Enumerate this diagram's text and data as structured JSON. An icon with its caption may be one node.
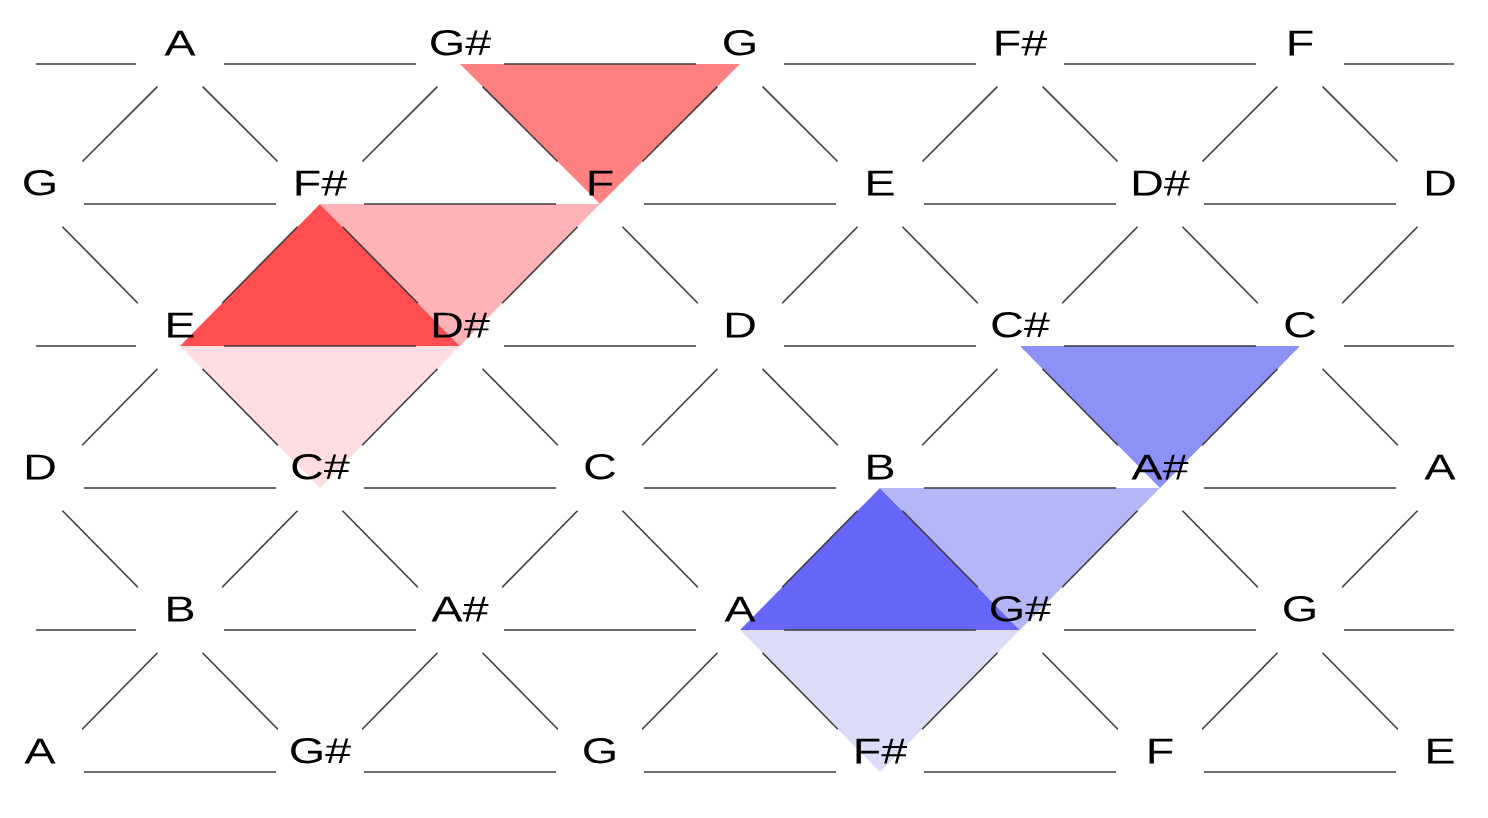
{
  "diagram": {
    "nodes": [
      {
        "text": [
          "A"
        ]
      },
      {
        "text": [
          "G#"
        ]
      },
      {
        "text": [
          "G"
        ]
      },
      {
        "text": [
          "F#"
        ]
      },
      {
        "text": [
          "F"
        ]
      },
      {
        "text": [
          "G"
        ]
      },
      {
        "text": [
          "F#"
        ]
      },
      {
        "text": [
          "F"
        ]
      },
      {
        "text": [
          "E"
        ]
      },
      {
        "text": [
          "D#"
        ]
      },
      {
        "text": [
          "D"
        ]
      },
      {
        "text": [
          "E"
        ]
      },
      {
        "text": [
          "D#"
        ]
      },
      {
        "text": [
          "D"
        ]
      },
      {
        "text": [
          "C#"
        ]
      },
      {
        "text": [
          "C"
        ]
      },
      {
        "text": [
          "D"
        ]
      },
      {
        "text": [
          "C#"
        ]
      },
      {
        "text": [
          "C"
        ]
      },
      {
        "text": [
          "B"
        ]
      },
      {
        "text": [
          "A#"
        ]
      },
      {
        "text": [
          "A"
        ]
      },
      {
        "text": [
          "B"
        ]
      },
      {
        "text": [
          "A#"
        ]
      },
      {
        "text": [
          "A"
        ]
      },
      {
        "text": [
          "G#"
        ]
      },
      {
        "text": [
          "G"
        ]
      },
      {
        "text": [
          "A"
        ]
      },
      {
        "text": [
          "G#"
        ]
      },
      {
        "text": [
          "G"
        ]
      },
      {
        "text": [
          "F#"
        ]
      },
      {
        "text": [
          "F"
        ]
      },
      {
        "text": [
          "E"
        ]
      }
    ],
    "edges": [
      {
        "from": null,
        "to": 0,
        "arrow": "none"
      },
      {
        "from": 0,
        "to": 1,
        "arrow": "none"
      },
      {
        "from": 1,
        "to": 2,
        "arrow": "none"
      },
      {
        "from": 2,
        "to": 3,
        "arrow": "none"
      },
      {
        "from": 3,
        "to": 4,
        "arrow": "none"
      },
      {
        "from": 4,
        "to": null,
        "arrow": "none"
      },
      {
        "from": 0,
        "to": 5,
        "arrow": "none"
      },
      {
        "from": 0,
        "to": 6,
        "arrow": "none"
      },
      {
        "from": 1,
        "to": 6,
        "arrow": "none"
      },
      {
        "from": 1,
        "to": 7,
        "arrow": "none"
      },
      {
        "from": 2,
        "to": 7,
        "arrow": "none"
      },
      {
        "from": 2,
        "to": 8,
        "arrow": "none"
      },
      {
        "from": 3,
        "to": 8,
        "arrow": "none"
      },
      {
        "from": 3,
        "to": 9,
        "arrow": "none"
      },
      {
        "from": 4,
        "to": 9,
        "arrow": "none"
      },
      {
        "from": 4,
        "to": 10,
        "arrow": "none"
      },
      {
        "from": 5,
        "to": 6,
        "arrow": "none"
      },
      {
        "from": 6,
        "to": 7,
        "arrow": "none"
      },
      {
        "from": 7,
        "to": 8,
        "arrow": "none"
      },
      {
        "from": 8,
        "to": 9,
        "arrow": "none"
      },
      {
        "from": 9,
        "to": 10,
        "arrow": "none"
      },
      {
        "from": 5,
        "to": 11,
        "arrow": "none"
      },
      {
        "from": 6,
        "to": 11,
        "arrow": "none"
      },
      {
        "from": 6,
        "to": 12,
        "arrow": "none"
      },
      {
        "from": 7,
        "to": 12,
        "arrow": "none"
      },
      {
        "from": 7,
        "to": 13,
        "arrow": "none"
      },
      {
        "from": 8,
        "to": 13,
        "arrow": "none"
      },
      {
        "from": 8,
        "to": 14,
        "arrow": "none"
      },
      {
        "from": 9,
        "to": 14,
        "arrow": "none"
      },
      {
        "from": 9,
        "to": 15,
        "arrow": "none"
      },
      {
        "from": 10,
        "to": 15,
        "arrow": "none"
      },
      {
        "from": null,
        "to": 11,
        "arrow": "none"
      },
      {
        "from": 11,
        "to": 12,
        "arrow": "none"
      },
      {
        "from": 12,
        "to": 13,
        "arrow": "none"
      },
      {
        "from": 13,
        "to": 14,
        "arrow": "none"
      },
      {
        "from": 14,
        "to": 15,
        "arrow": "none"
      },
      {
        "from": 15,
        "to": null,
        "arrow": "none"
      },
      {
        "from": 11,
        "to": 16,
        "arrow": "none"
      },
      {
        "from": 11,
        "to": 17,
        "arrow": "none"
      },
      {
        "from": 12,
        "to": 17,
        "arrow": "none"
      },
      {
        "from": 12,
        "to": 18,
        "arrow": "none"
      },
      {
        "from": 13,
        "to": 18,
        "arrow": "none"
      },
      {
        "from": 13,
        "to": 19,
        "arrow": "none"
      },
      {
        "from": 14,
        "to": 19,
        "arrow": "none"
      },
      {
        "from": 14,
        "to": 20,
        "arrow": "none"
      },
      {
        "from": 15,
        "to": 20,
        "arrow": "none"
      },
      {
        "from": 15,
        "to": 21,
        "arrow": "none"
      },
      {
        "from": 16,
        "to": 17,
        "arrow": "none"
      },
      {
        "from": 17,
        "to": 18,
        "arrow": "none"
      },
      {
        "from": 18,
        "to": 19,
        "arrow": "none"
      },
      {
        "from": 19,
        "to": 20,
        "arrow": "none"
      },
      {
        "from": 20,
        "to": 21,
        "arrow": "none"
      },
      {
        "from": 16,
        "to": 22,
        "arrow": "none"
      },
      {
        "from": 17,
        "to": 22,
        "arrow": "none"
      },
      {
        "from": 17,
        "to": 23,
        "arrow": "none"
      },
      {
        "from": 18,
        "to": 23,
        "arrow": "none"
      },
      {
        "from": 18,
        "to": 24,
        "arrow": "none"
      },
      {
        "from": 19,
        "to": 24,
        "arrow": "none"
      },
      {
        "from": 19,
        "to": 25,
        "arrow": "none"
      },
      {
        "from": 20,
        "to": 25,
        "arrow": "none"
      },
      {
        "from": 20,
        "to": 26,
        "arrow": "none"
      },
      {
        "from": 21,
        "to": 26,
        "arrow": "none"
      },
      {
        "from": null,
        "to": 22,
        "arrow": "none"
      },
      {
        "from": 22,
        "to": 23,
        "arrow": "none"
      },
      {
        "from": 23,
        "to": 24,
        "arrow": "none"
      },
      {
        "from": 24,
        "to": 25,
        "arrow": "none"
      },
      {
        "from": 25,
        "to": 26,
        "arrow": "none"
      },
      {
        "from": 26,
        "to": null,
        "arrow": "none"
      },
      {
        "from": 22,
        "to": 27,
        "arrow": "none"
      },
      {
        "from": 22,
        "to": 28,
        "arrow": "none"
      },
      {
        "from": 23,
        "to": 28,
        "arrow": "none"
      },
      {
        "from": 23,
        "to": 29,
        "arrow": "none"
      },
      {
        "from": 24,
        "to": 29,
        "arrow": "none"
      },
      {
        "from": 24,
        "to": 30,
        "arrow": "none"
      },
      {
        "from": 25,
        "to": 30,
        "arrow": "none"
      },
      {
        "from": 25,
        "to": 31,
        "arrow": "none"
      },
      {
        "from": 26,
        "to": 31,
        "arrow": "none"
      },
      {
        "from": 26,
        "to": 32,
        "arrow": "none"
      },
      {
        "from": 27,
        "to": 28,
        "arrow": "none"
      },
      {
        "from": 28,
        "to": 29,
        "arrow": "none"
      },
      {
        "from": 29,
        "to": 30,
        "arrow": "none"
      },
      {
        "from": 30,
        "to": 31,
        "arrow": "none"
      },
      {
        "from": 31,
        "to": 32,
        "arrow": "none"
      }
    ]
  }
}
